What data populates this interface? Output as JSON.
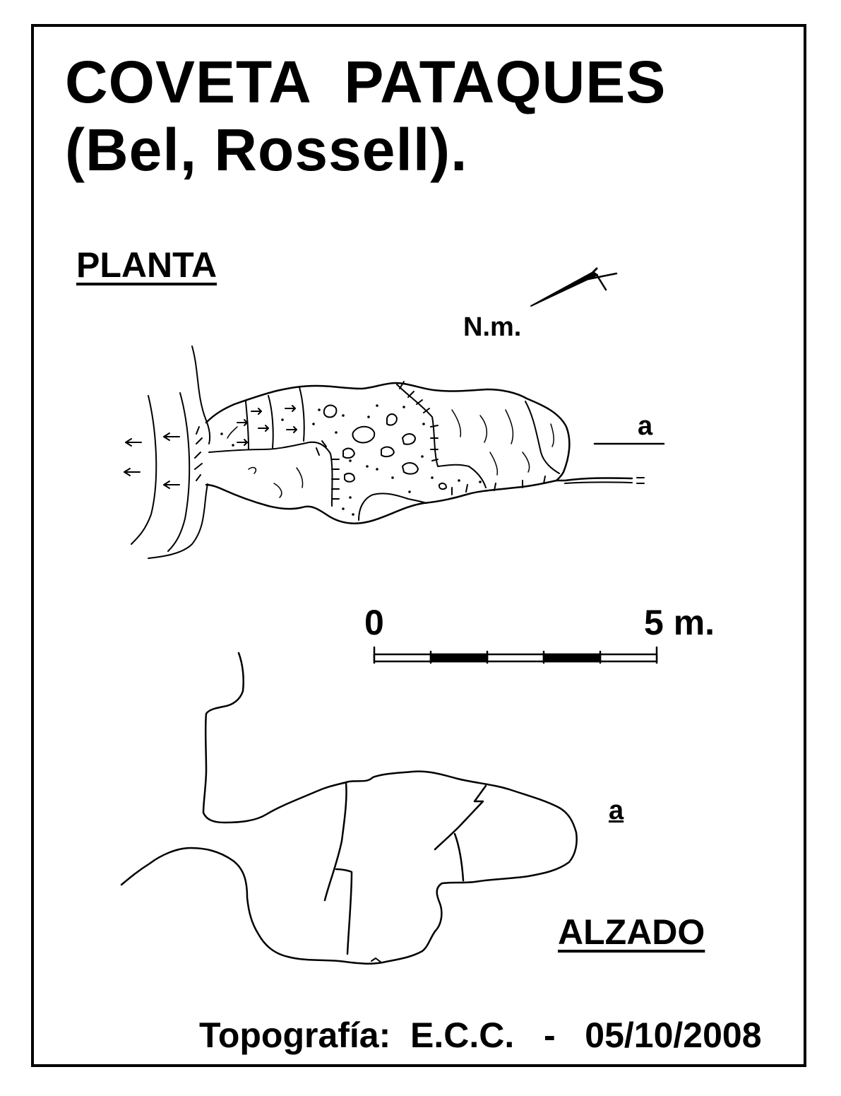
{
  "title": {
    "line1": "COVETA  PATAQUES",
    "line2": "(Bel, Rossell)."
  },
  "sections": {
    "plan_label": "PLANTA",
    "elevation_label": "ALZADO"
  },
  "north": {
    "label": "N.m.",
    "icon": "north-arrow-icon"
  },
  "section_marker": {
    "plan": "a",
    "elevation": "a"
  },
  "scale_bar": {
    "start_label": "0",
    "end_label": "5 m.",
    "length_m": 5,
    "segments": 5
  },
  "footer": {
    "text": "Topografía:  E.C.C.   -   05/10/2008"
  },
  "colors": {
    "ink": "#000000",
    "paper": "#ffffff"
  }
}
